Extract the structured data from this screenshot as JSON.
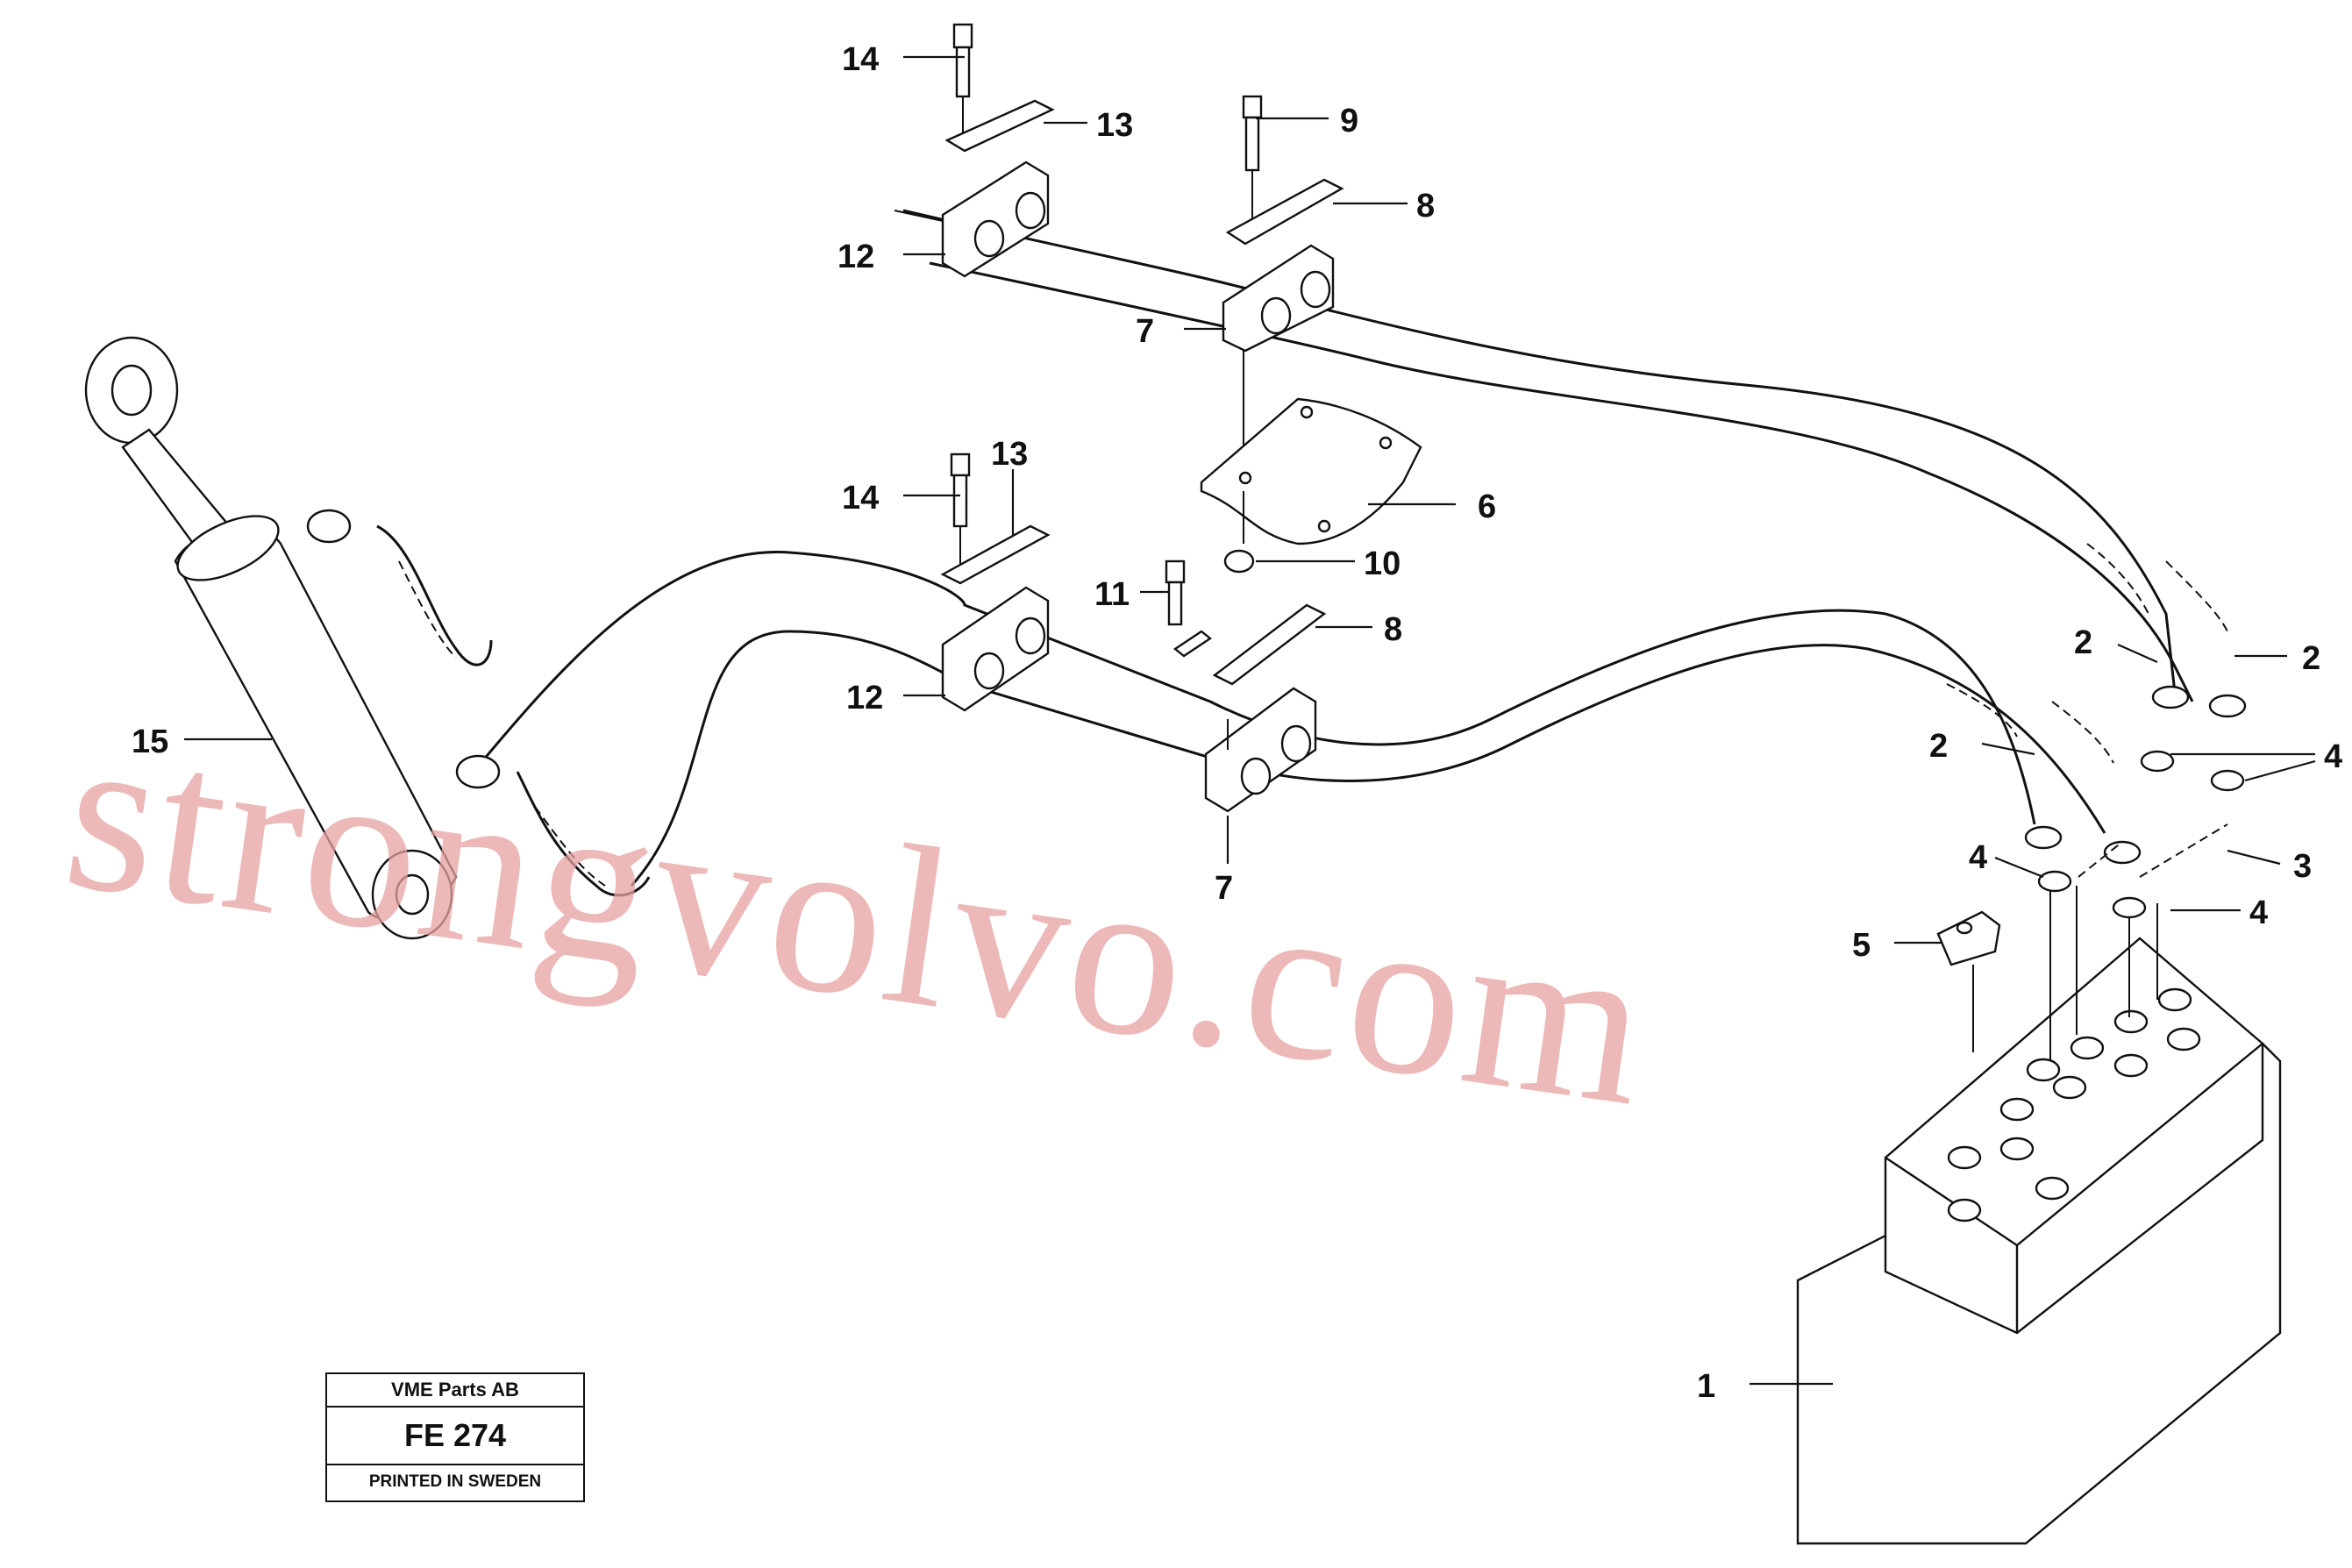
{
  "callouts": {
    "c1": "1",
    "c2a": "2",
    "c2b": "2",
    "c2c": "2",
    "c3": "3",
    "c4a": "4",
    "c4b": "4",
    "c4c": "4",
    "c5": "5",
    "c6": "6",
    "c7a": "7",
    "c7b": "7",
    "c8a": "8",
    "c8b": "8",
    "c9": "9",
    "c10": "10",
    "c11": "11",
    "c12a": "12",
    "c12b": "12",
    "c13a": "13",
    "c13b": "13",
    "c14a": "14",
    "c14b": "14",
    "c15": "15"
  },
  "stamp": {
    "company": "VME Parts AB",
    "code": "FE 274",
    "printed": "PRINTED IN SWEDEN"
  },
  "watermark": "strongvolvo.com",
  "colors": {
    "line": "#111111",
    "watermark": "#e6a0a0",
    "background": "#ffffff"
  }
}
